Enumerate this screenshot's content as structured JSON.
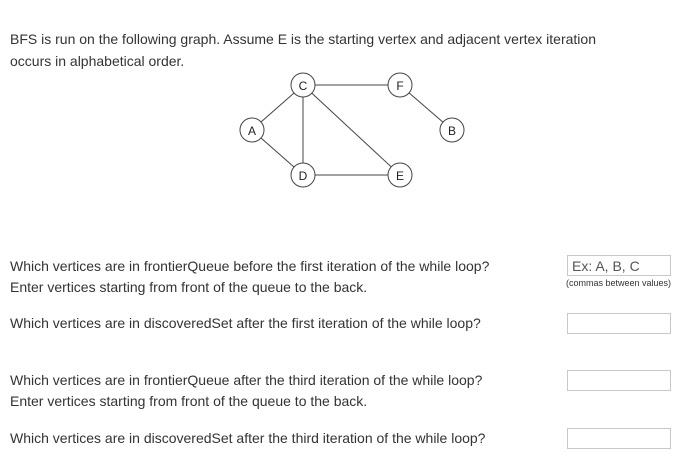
{
  "intro": {
    "line1": "BFS is run on the following graph. Assume E is the starting vertex and adjacent vertex iteration",
    "line2": "occurs in alphabetical order."
  },
  "graph": {
    "nodes": [
      "A",
      "B",
      "C",
      "D",
      "E",
      "F"
    ],
    "edges": [
      [
        "A",
        "C"
      ],
      [
        "A",
        "D"
      ],
      [
        "C",
        "D"
      ],
      [
        "C",
        "F"
      ],
      [
        "C",
        "E"
      ],
      [
        "D",
        "E"
      ],
      [
        "F",
        "B"
      ]
    ]
  },
  "questions": [
    {
      "line1": "Which vertices are in frontierQueue before the first iteration of the while loop?",
      "line2": "Enter vertices starting from front of the queue to the back.",
      "answer_value": "",
      "placeholder": "Ex: A, B, C",
      "hint": "(commas between values)"
    },
    {
      "line1": "Which vertices are in discoveredSet after the first iteration of the while loop?",
      "answer_value": ""
    },
    {
      "line1": "Which vertices are in frontierQueue after the third iteration of the while loop?",
      "line2": "Enter vertices starting from front of the queue to the back.",
      "answer_value": ""
    },
    {
      "line1": "Which vertices are in discoveredSet after the third iteration of the while loop?",
      "answer_value": ""
    }
  ]
}
